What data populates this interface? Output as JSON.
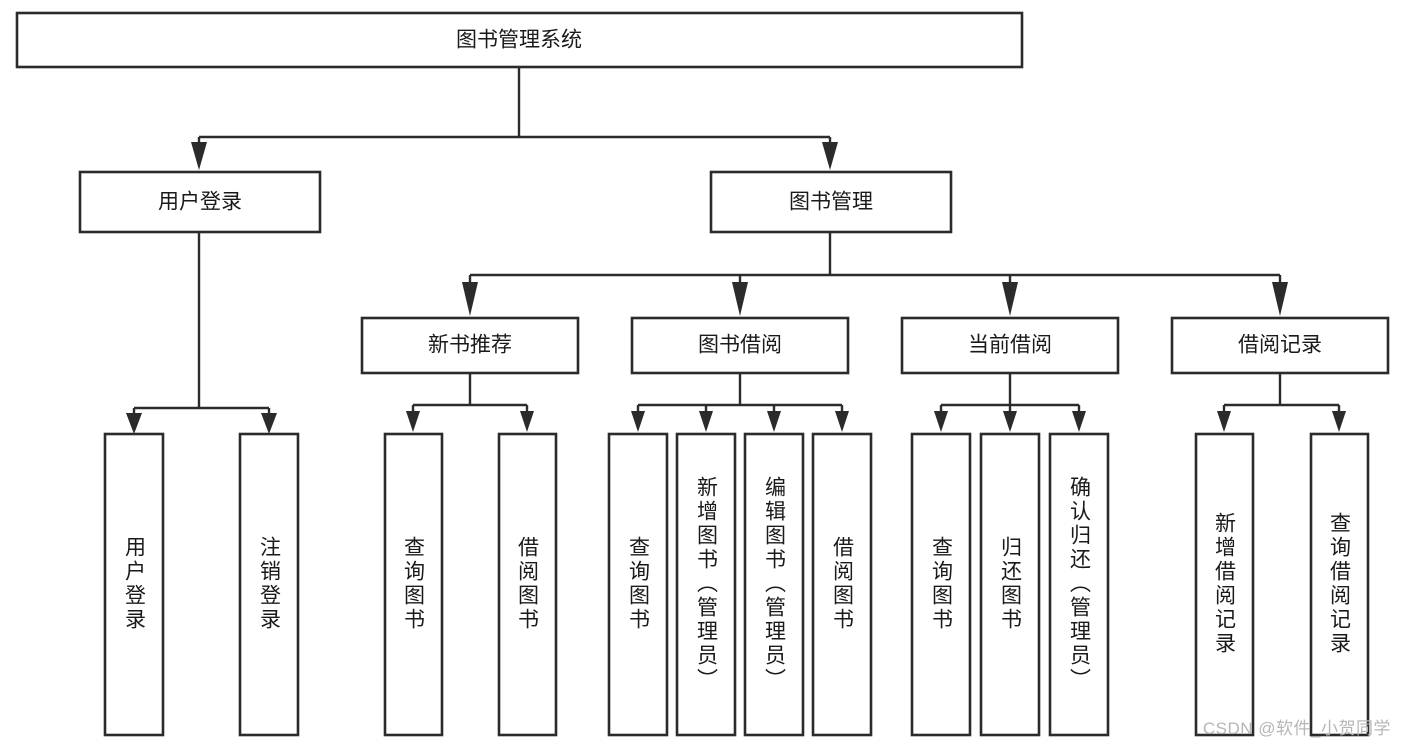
{
  "diagram": {
    "type": "tree-hierarchy",
    "title": "图书管理系统",
    "watermark": "CSDN @软件_小贺同学",
    "colors": {
      "stroke": "#2b2b2b",
      "fill": "#ffffff",
      "text": "#1a1a1a",
      "watermark": "#b6b6b6",
      "background": "#ffffff"
    },
    "levels": {
      "root": {
        "label": "图书管理系统",
        "orientation": "horizontal"
      },
      "level2": [
        {
          "label": "用户登录",
          "orientation": "horizontal"
        },
        {
          "label": "图书管理",
          "orientation": "horizontal"
        }
      ],
      "level3": [
        {
          "label": "新书推荐",
          "orientation": "horizontal"
        },
        {
          "label": "图书借阅",
          "orientation": "horizontal"
        },
        {
          "label": "当前借阅",
          "orientation": "horizontal"
        },
        {
          "label": "借阅记录",
          "orientation": "horizontal"
        }
      ],
      "leaves": [
        {
          "label": "用户登录",
          "orientation": "vertical",
          "parent": "用户登录"
        },
        {
          "label": "注销登录",
          "orientation": "vertical",
          "parent": "用户登录"
        },
        {
          "label": "查询图书",
          "orientation": "vertical",
          "parent": "新书推荐"
        },
        {
          "label": "借阅图书",
          "orientation": "vertical",
          "parent": "新书推荐"
        },
        {
          "label": "查询图书",
          "orientation": "vertical",
          "parent": "图书借阅"
        },
        {
          "label": "新增图书（管理员）",
          "orientation": "vertical",
          "parent": "图书借阅"
        },
        {
          "label": "编辑图书（管理员）",
          "orientation": "vertical",
          "parent": "图书借阅"
        },
        {
          "label": "借阅图书",
          "orientation": "vertical",
          "parent": "图书借阅"
        },
        {
          "label": "查询图书",
          "orientation": "vertical",
          "parent": "当前借阅"
        },
        {
          "label": "归还图书",
          "orientation": "vertical",
          "parent": "当前借阅"
        },
        {
          "label": "确认归还（管理员）",
          "orientation": "vertical",
          "parent": "当前借阅"
        },
        {
          "label": "新增借阅记录",
          "orientation": "vertical",
          "parent": "借阅记录"
        },
        {
          "label": "查询借阅记录",
          "orientation": "vertical",
          "parent": "借阅记录"
        }
      ]
    }
  }
}
